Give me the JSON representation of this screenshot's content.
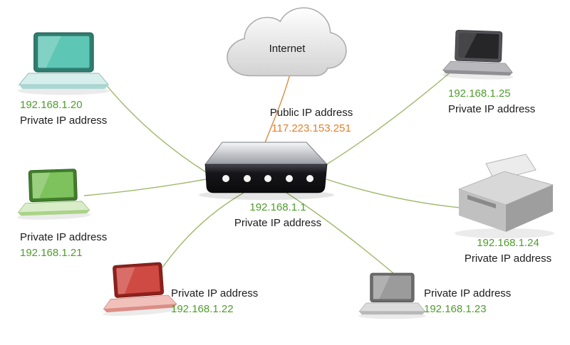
{
  "internet": {
    "label": "Internet"
  },
  "wan": {
    "caption": "Public IP address",
    "ip": "117.223.153.251"
  },
  "router": {
    "ip": "192.168.1.1",
    "caption": "Private IP address"
  },
  "devices": {
    "laptop20": {
      "type": "laptop",
      "color": "#5ec6b4",
      "ip": "192.168.1.20",
      "caption": "Private IP address"
    },
    "laptop21": {
      "type": "laptop",
      "color": "#7dc25c",
      "ip": "192.168.1.21",
      "caption": "Private IP address"
    },
    "laptop22": {
      "type": "laptop",
      "color": "#cf4a42",
      "ip": "192.168.1.22",
      "caption": "Private IP address"
    },
    "laptop23": {
      "type": "laptop",
      "color": "#9b9b9b",
      "ip": "192.168.1.23",
      "caption": "Private IP address"
    },
    "laptop25": {
      "type": "laptop",
      "color": "#262629",
      "ip": "192.168.1.25",
      "caption": "Private IP address"
    },
    "printer24": {
      "type": "printer",
      "color": "#c0c0c0",
      "ip": "192.168.1.24",
      "caption": "Private IP address"
    }
  },
  "colors": {
    "private_ip_text": "#4f9d2d",
    "public_ip_text": "#e0802e",
    "lan_line": "#9db96a",
    "wan_line": "#d98c3f"
  }
}
